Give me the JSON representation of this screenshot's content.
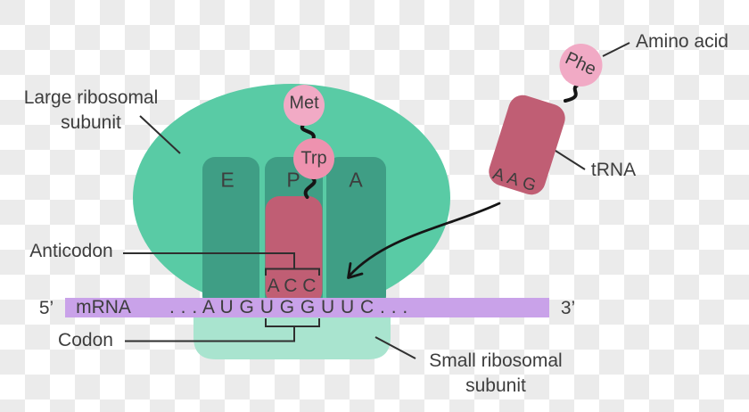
{
  "palette": {
    "checker_dark": "#ebebeb",
    "large_subunit": "#59cba5",
    "site_rect": "#3f9e85",
    "small_subunit": "#a9e4cf",
    "trna": "#c05e74",
    "amino_circle": "#f1aac5",
    "trp_circle": "#ee92af",
    "mrna": "#c9a2e9",
    "ink": "#3d3d3d",
    "line": "#2f2f2f",
    "connector": "#151515"
  },
  "labels": {
    "large_subunit_line1": "Large ribosomal",
    "large_subunit_line2": "subunit",
    "small_subunit_line1": "Small ribosomal",
    "small_subunit_line2": "subunit",
    "anticodon": "Anticodon",
    "codon": "Codon",
    "trna": "tRNA",
    "amino_acid": "Amino acid",
    "mrna": "mRNA",
    "five_prime": "5’",
    "three_prime": "3’"
  },
  "sites": {
    "e": "E",
    "p": "P",
    "a": "A"
  },
  "amino_acids": {
    "met": "Met",
    "trp": "Trp",
    "phe": "Phe"
  },
  "sequences": {
    "p_site_anticodon": "A C C",
    "incoming_anticodon": "A A G",
    "mrna_sequence": ". . . A U G U G G U U C . . ."
  }
}
